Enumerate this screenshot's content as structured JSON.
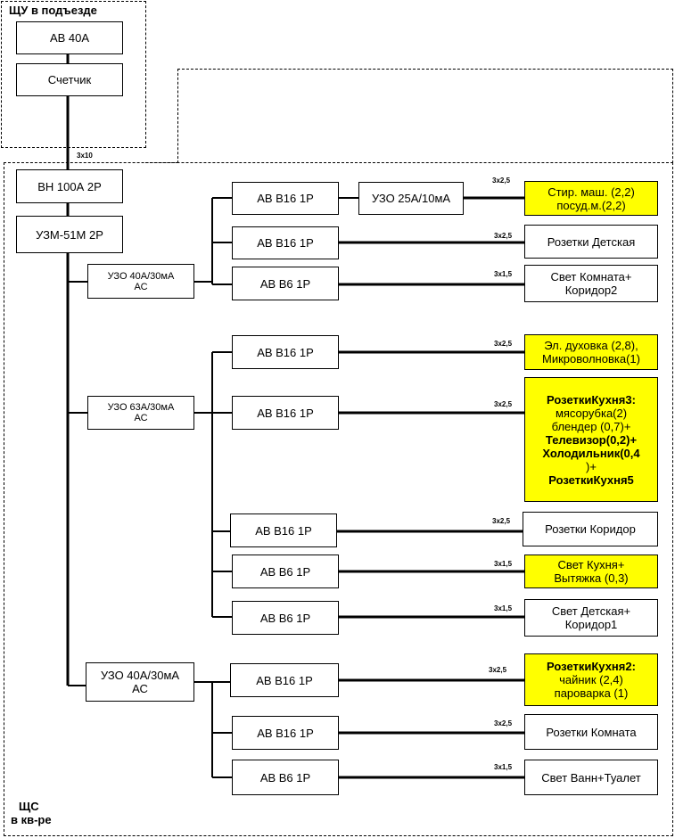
{
  "zones": {
    "entrance_panel": "ЩУ в подъезде",
    "apartment_panel_line1": "ЩС",
    "apartment_panel_line2": "в кв-ре"
  },
  "main_chain": {
    "main_breaker": "АВ 40А",
    "meter": "Счетчик",
    "feed_cable": "3х10",
    "switch": "ВН 100А 2Р",
    "voltage_relay": "УЗМ-51М 2Р"
  },
  "rcd_groups": [
    {
      "rcd": [
        "УЗО 40А/30мА",
        "АС"
      ],
      "lines": [
        {
          "breaker": "АВ В16 1Р",
          "extra": "УЗО 25А/10мА",
          "cable": "3х2,5",
          "load": [
            "Стир. маш. (2,2)",
            "посуд.м.(2,2)"
          ],
          "highlight": true
        },
        {
          "breaker": "АВ В16 1Р",
          "cable": "3х2,5",
          "load": [
            "Розетки Детская"
          ],
          "highlight": false
        },
        {
          "breaker": "АВ В6 1Р",
          "cable": "3х1,5",
          "load": [
            "Свет Комната+",
            "Коридор2"
          ],
          "highlight": false
        }
      ]
    },
    {
      "rcd": [
        "УЗО 63А/30мА",
        "АС"
      ],
      "lines": [
        {
          "breaker": "АВ В16 1Р",
          "cable": "3х2,5",
          "load": [
            "Эл. духовка (2,8),",
            "Микроволновка(1)"
          ],
          "highlight": true
        },
        {
          "breaker": "АВ В16 1Р",
          "cable": "3х2,5",
          "load": [
            "РозеткиКухня3:",
            "мясорубка(2)",
            "блендер (0,7)+",
            "Телевизор(0,2)+",
            "Холодильник(0,4",
            ")+",
            "РозеткиКухня5"
          ],
          "highlight": true
        },
        {
          "breaker": "АВ В16 1Р",
          "cable": "3х2,5",
          "load": [
            "Розетки Коридор"
          ],
          "highlight": false
        },
        {
          "breaker": "АВ В6 1Р",
          "cable": "3х1,5",
          "load": [
            "Свет Кухня+",
            "Вытяжка (0,3)"
          ],
          "highlight": true
        },
        {
          "breaker": "АВ В6 1Р",
          "cable": "3х1,5",
          "load": [
            "Свет Детская+",
            "Коридор1"
          ],
          "highlight": false
        }
      ]
    },
    {
      "rcd": [
        "УЗО 40А/30мА",
        "АС"
      ],
      "lines": [
        {
          "breaker": "АВ В16 1Р",
          "cable": "3х2,5",
          "load": [
            "РозеткиКухня2:",
            "чайник (2,4)",
            "пароварка (1)"
          ],
          "highlight": true
        },
        {
          "breaker": "АВ В16 1Р",
          "cable": "3х2,5",
          "load": [
            "Розетки Комната"
          ],
          "highlight": false
        },
        {
          "breaker": "АВ В6 1Р",
          "cable": "3х1,5",
          "load": [
            "Свет Ванн+Туалет"
          ],
          "highlight": false
        }
      ]
    }
  ],
  "colors": {
    "highlight": "#ffff00",
    "line": "#000000"
  }
}
